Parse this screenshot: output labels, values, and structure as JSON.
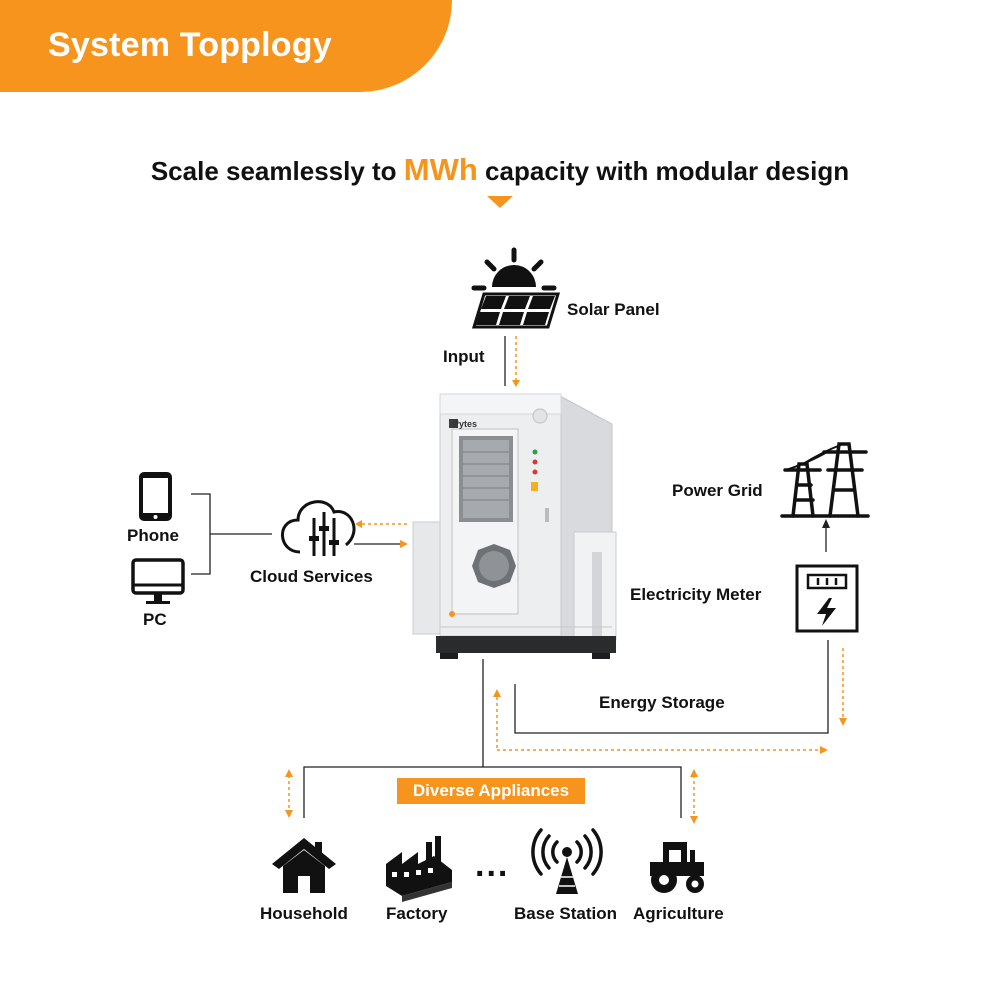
{
  "header": {
    "title": "System Topplogy"
  },
  "tagline": {
    "before": "Scale seamlessly to ",
    "highlight": "MWh",
    "after": " capacity with modular design"
  },
  "colors": {
    "accent": "#F7941D",
    "line": "#222222",
    "cabinet": "#EDEEF0"
  },
  "nodes": {
    "solar_panel": "Solar Panel",
    "input": "Input",
    "phone": "Phone",
    "pc": "PC",
    "cloud_services": "Cloud Services",
    "power_grid": "Power Grid",
    "electricity_meter": "Electricity Meter",
    "energy_storage": "Energy Storage",
    "diverse_appliances": "Diverse Appliances",
    "cabinet_brand": "Pytes"
  },
  "appliances": [
    "Household",
    "Factory",
    "Base Station",
    "Agriculture"
  ],
  "ellipsis": "...",
  "icons": [
    "solar-panel-icon",
    "phone-icon",
    "pc-icon",
    "cloud-services-icon",
    "power-grid-icon",
    "electricity-meter-icon",
    "household-icon",
    "factory-icon",
    "base-station-icon",
    "agriculture-icon"
  ]
}
